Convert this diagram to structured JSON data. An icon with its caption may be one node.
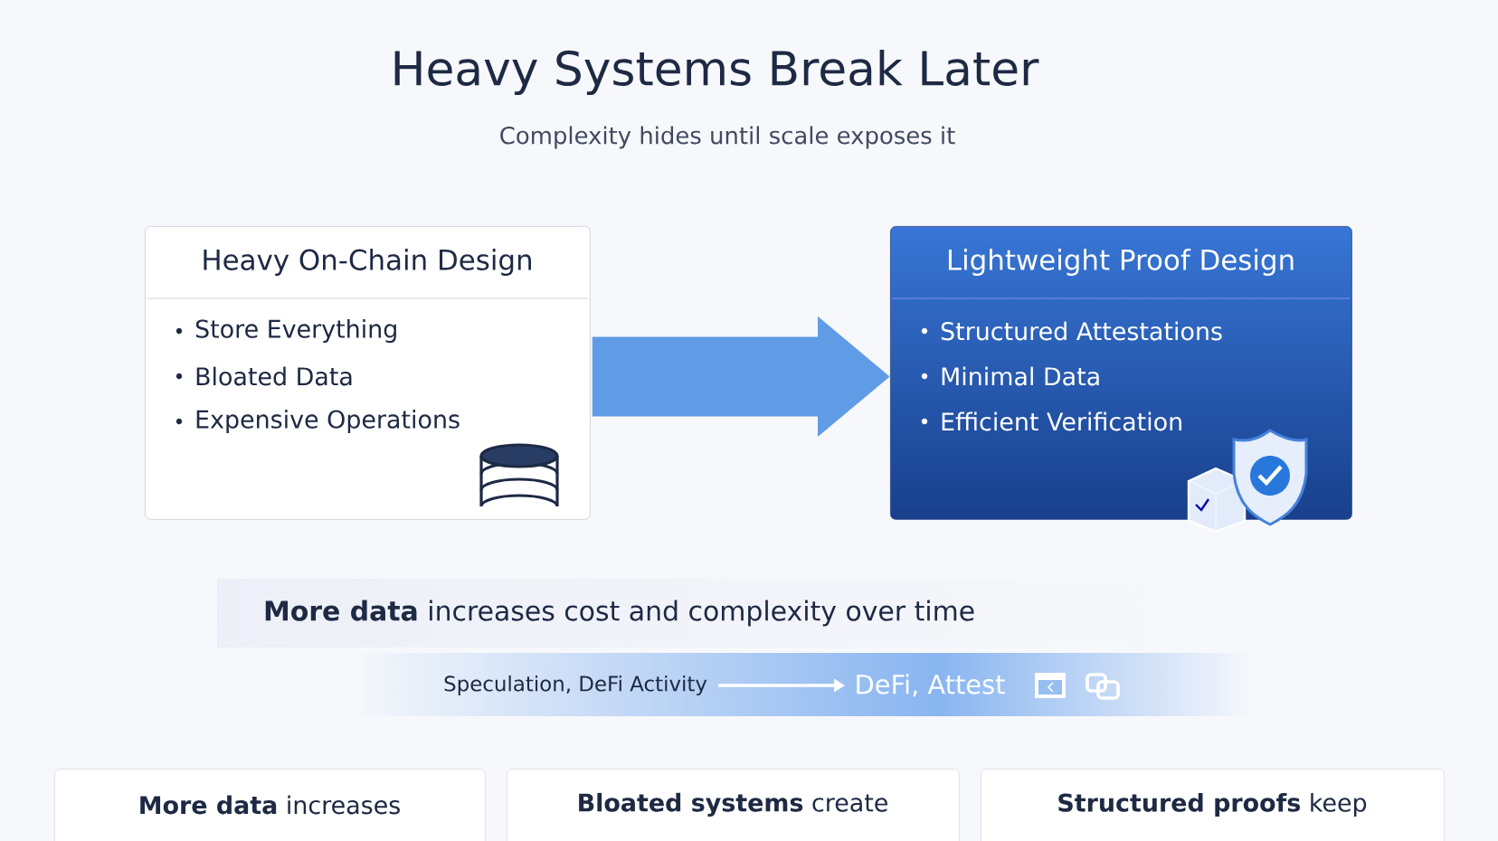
{
  "diagram": {
    "title": "Heavy Systems Break Later",
    "nodes": [
      {
        "text": [
          "Heavy On-Chain Design",
          "Store Everything",
          "Bloated Data",
          "Expensive Operations"
        ]
      },
      {
        "text": [
          "Lightweight Proof Design",
          "Structured Attestations",
          "Minimal Data",
          "Efficient Verification"
        ]
      },
      {
        "text": [
          "Speculation, DeFi Activity"
        ]
      },
      {
        "text": [
          "DeFi, Attest"
        ]
      },
      {
        "text": [
          "**More data** increases"
        ]
      },
      {
        "text": [
          "**Bloated systems** create"
        ]
      },
      {
        "text": [
          "**Structured proofs** keep"
        ]
      }
    ],
    "edges": [
      {
        "from": 0,
        "to": 1,
        "arrow": "to",
        "style": "thick"
      },
      {
        "from": 2,
        "to": 3,
        "arrow": "to",
        "color": "#ffffff"
      }
    ],
    "labels": [
      "Complexity hides until scale exposes it",
      "**More data** increases cost and complexity over time"
    ]
  }
}
